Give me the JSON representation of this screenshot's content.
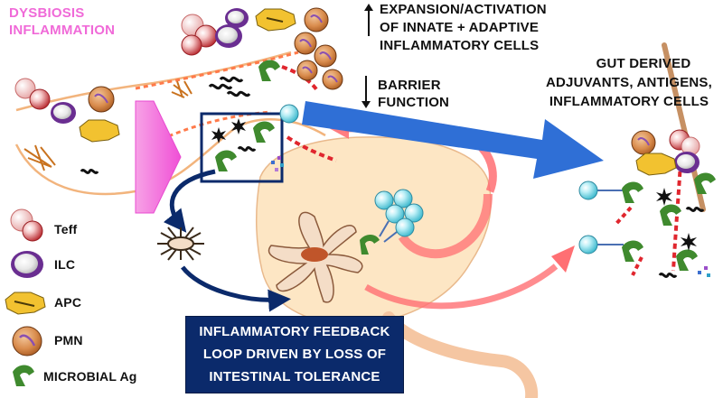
{
  "title": [
    "DYSBIOSIS",
    "INFLAMMATION"
  ],
  "top_callout": {
    "arrow": "up-arrow",
    "lines": [
      "EXPANSION/ACTIVATION",
      "OF INNATE + ADAPTIVE",
      "INFLAMMATORY CELLS"
    ]
  },
  "barrier_callout": {
    "arrow": "down-arrow",
    "lines": [
      "BARRIER",
      "FUNCTION"
    ]
  },
  "gut_callout": {
    "lines": [
      "GUT DERIVED",
      "ADJUVANTS, ANTIGENS,",
      "INFLAMMATORY CELLS"
    ]
  },
  "feedback_box": {
    "lines": [
      "INFLAMMATORY FEEDBACK",
      "LOOP DRIVEN BY LOSS OF",
      "INTESTINAL TOLERANCE"
    ]
  },
  "legend": [
    {
      "label": "Teff",
      "icon": "teff-cell-icon"
    },
    {
      "label": "ILC",
      "icon": "ilc-cell-icon"
    },
    {
      "label": "APC",
      "icon": "apc-cell-icon"
    },
    {
      "label": "PMN",
      "icon": "pmn-cell-icon"
    },
    {
      "label": "MICROBIAL Ag",
      "icon": "microbial-antigen-icon"
    }
  ],
  "colors": {
    "title_pink": "#f06ad8",
    "navy": "#0b2a6b",
    "big_arrow_blue": "#2f6fd6",
    "return_arrow_pink": "#ff6f73",
    "tissue_fill": "#fde6c4",
    "gut_wall": "#f2b47d",
    "barrier_red": "#e0262e",
    "teff_red": "#d63a3e",
    "ilc_purple": "#7b3fa0",
    "apc_yellow": "#f2c230",
    "pmn_brown": "#c7773a",
    "antigen_green": "#3f8a2e",
    "cyan_cell": "#7fdcec"
  }
}
